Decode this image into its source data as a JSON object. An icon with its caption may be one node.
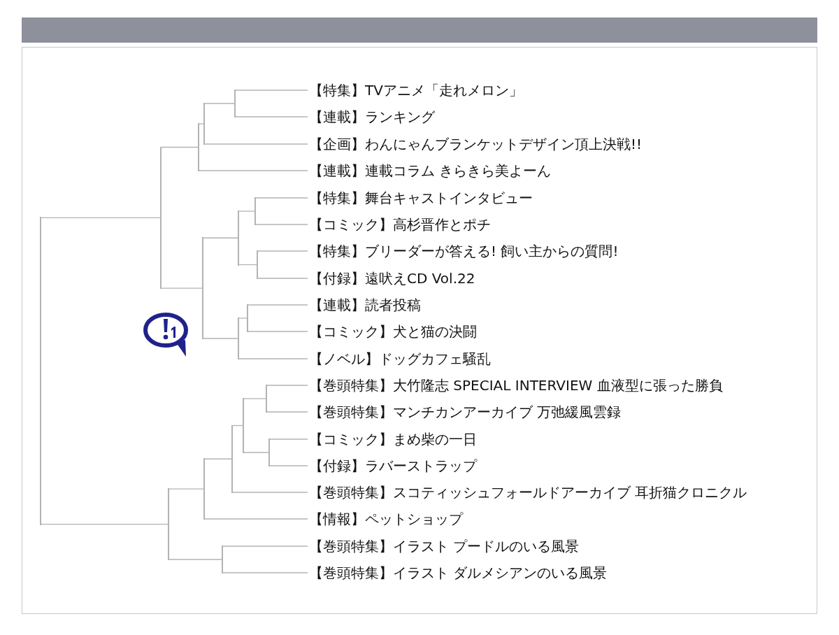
{
  "diagram": {
    "nodes": [
      {
        "text": [
          "【特集】TVアニメ「走れメロン」"
        ]
      },
      {
        "text": [
          "【連載】ランキング"
        ]
      },
      {
        "text": [
          "【企画】わんにゃんブランケットデザイン頂上決戦!!"
        ]
      },
      {
        "text": [
          "【連載】連載コラム きらきら美よーん"
        ]
      },
      {
        "text": [
          "【特集】舞台キャストインタビュー"
        ]
      },
      {
        "text": [
          "【コミック】高杉晋作とポチ"
        ]
      },
      {
        "text": [
          "【特集】ブリーダーが答える! 飼い主からの質問!"
        ]
      },
      {
        "text": [
          "【付録】遠吠えCD Vol.22"
        ]
      },
      {
        "text": [
          "【連載】読者投稿"
        ]
      },
      {
        "text": [
          "【コミック】犬と猫の決闘"
        ]
      },
      {
        "text": [
          "【ノベル】ドッグカフェ騒乱"
        ]
      },
      {
        "text": [
          "【巻頭特集】大竹隆志 SPECIAL INTERVIEW 血液型に張った勝負"
        ]
      },
      {
        "text": [
          "【巻頭特集】マンチカンアーカイブ 万弛緩風雲録"
        ]
      },
      {
        "text": [
          "【コミック】まめ柴の一日"
        ]
      },
      {
        "text": [
          "【付録】ラバーストラップ"
        ]
      },
      {
        "text": [
          "【巻頭特集】スコティッシュフォールドアーカイブ 耳折猫クロニクル"
        ]
      },
      {
        "text": [
          "【情報】ペットショップ"
        ]
      },
      {
        "text": [
          "【巻頭特集】イラスト プードルのいる風景"
        ]
      },
      {
        "text": [
          "【巻頭特集】イラスト ダルメシアンのいる風景"
        ]
      },
      {
        "text": [],
        "shape": "bar"
      },
      {
        "text": [],
        "shape": "bar"
      },
      {
        "text": [],
        "shape": "bar"
      },
      {
        "text": [],
        "shape": "bar"
      },
      {
        "text": [],
        "shape": "bar"
      },
      {
        "text": [],
        "shape": "bar"
      },
      {
        "text": [],
        "shape": "bar"
      },
      {
        "text": [],
        "shape": "bar"
      },
      {
        "text": [],
        "shape": "bar"
      },
      {
        "text": [],
        "shape": "bar"
      },
      {
        "text": [],
        "shape": "bar"
      },
      {
        "text": [],
        "shape": "bar"
      },
      {
        "text": [],
        "shape": "bar"
      },
      {
        "text": [],
        "shape": "bar"
      },
      {
        "text": [],
        "shape": "bar"
      },
      {
        "text": [],
        "shape": "bar"
      },
      {
        "text": [],
        "shape": "bar"
      },
      {
        "text": [],
        "shape": "bar"
      }
    ],
    "edges": [
      {
        "from": 19,
        "to": 0,
        "arrow": "none"
      },
      {
        "from": 19,
        "to": 1,
        "arrow": "none"
      },
      {
        "from": 20,
        "to": 19,
        "arrow": "none"
      },
      {
        "from": 20,
        "to": 2,
        "arrow": "none"
      },
      {
        "from": 21,
        "to": 20,
        "arrow": "none"
      },
      {
        "from": 21,
        "to": 3,
        "arrow": "none"
      },
      {
        "from": 22,
        "to": 4,
        "arrow": "none"
      },
      {
        "from": 22,
        "to": 5,
        "arrow": "none"
      },
      {
        "from": 23,
        "to": 6,
        "arrow": "none"
      },
      {
        "from": 23,
        "to": 7,
        "arrow": "none"
      },
      {
        "from": 24,
        "to": 22,
        "arrow": "none"
      },
      {
        "from": 24,
        "to": 23,
        "arrow": "none"
      },
      {
        "from": 25,
        "to": 8,
        "arrow": "none"
      },
      {
        "from": 25,
        "to": 9,
        "arrow": "none"
      },
      {
        "from": 26,
        "to": 25,
        "arrow": "none"
      },
      {
        "from": 26,
        "to": 10,
        "arrow": "none"
      },
      {
        "from": 27,
        "to": 24,
        "arrow": "none"
      },
      {
        "from": 27,
        "to": 26,
        "arrow": "none"
      },
      {
        "from": 28,
        "to": 21,
        "arrow": "none"
      },
      {
        "from": 28,
        "to": 27,
        "arrow": "none"
      },
      {
        "from": 29,
        "to": 11,
        "arrow": "none"
      },
      {
        "from": 29,
        "to": 12,
        "arrow": "none"
      },
      {
        "from": 30,
        "to": 13,
        "arrow": "none"
      },
      {
        "from": 30,
        "to": 14,
        "arrow": "none"
      },
      {
        "from": 31,
        "to": 29,
        "arrow": "none"
      },
      {
        "from": 31,
        "to": 30,
        "arrow": "none"
      },
      {
        "from": 32,
        "to": 31,
        "arrow": "none"
      },
      {
        "from": 32,
        "to": 15,
        "arrow": "none"
      },
      {
        "from": 33,
        "to": 32,
        "arrow": "none"
      },
      {
        "from": 33,
        "to": 16,
        "arrow": "none"
      },
      {
        "from": 34,
        "to": 17,
        "arrow": "none"
      },
      {
        "from": 34,
        "to": 18,
        "arrow": "none"
      },
      {
        "from": 35,
        "to": 33,
        "arrow": "none"
      },
      {
        "from": 35,
        "to": 34,
        "arrow": "none"
      },
      {
        "from": 36,
        "to": 28,
        "arrow": "none"
      },
      {
        "from": 36,
        "to": 35,
        "arrow": "none"
      }
    ]
  }
}
